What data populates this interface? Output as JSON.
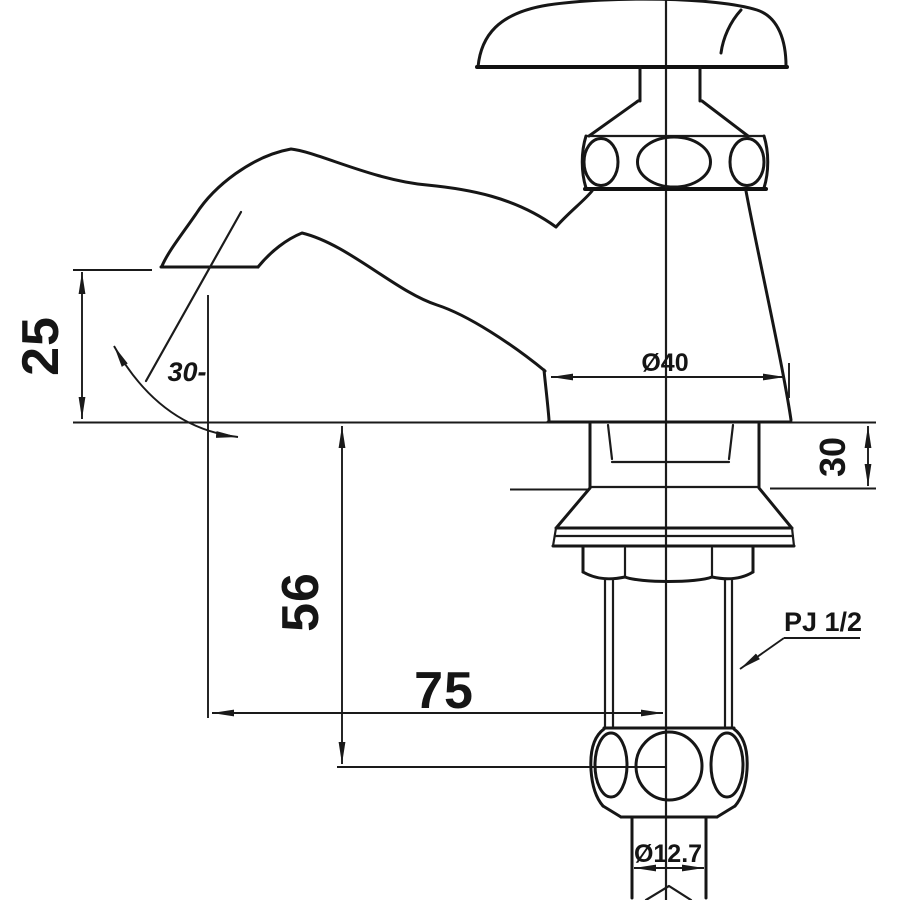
{
  "drawing": {
    "background": "#ffffff",
    "line_color": "#161616",
    "labels": {
      "spout_height": "25",
      "spout_angle": "30-",
      "body_diameter": "Ø40",
      "deck_thickness": "30",
      "shank_height": "56",
      "spout_reach": "75",
      "thread_spec": "PJ 1/2",
      "pipe_diameter": "Ø12.7"
    }
  }
}
